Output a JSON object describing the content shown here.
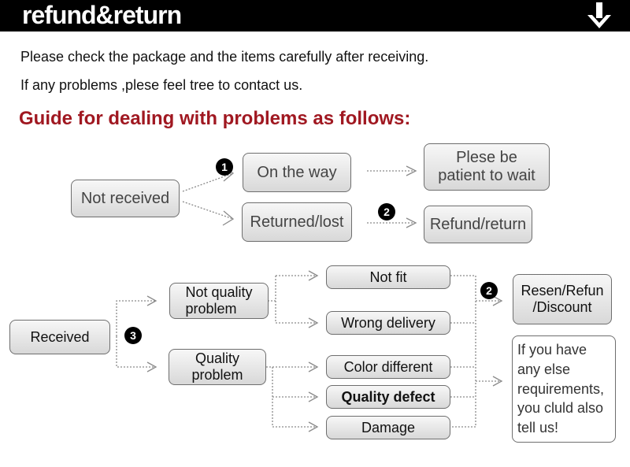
{
  "header": {
    "title": "refund&return",
    "arrow_icon": "down-arrow-icon"
  },
  "intro": {
    "line1": "Please check the package and the items carefully after receiving.",
    "line2": "If any problems ,plese feel tree to contact us."
  },
  "guide_title": "Guide for dealing with problems as follows:",
  "flow_top": {
    "not_received": "Not received",
    "on_the_way": "On the way",
    "returned_lost": "Returned/lost",
    "wait_line1": "Plese be",
    "wait_line2": "patient to wait",
    "refund_return": "Refund/return"
  },
  "flow_bottom": {
    "received": "Received",
    "not_quality_line1": "Not quality",
    "not_quality_line2": "problem",
    "quality_line1": "Quality",
    "quality_line2": "problem",
    "not_fit": "Not fit",
    "wrong_delivery": "Wrong delivery",
    "color_different": "Color different",
    "quality_defect": "Quality defect",
    "damage": "Damage",
    "resend_line1": "Resen/Refun",
    "resend_line2": "/Discount",
    "contact_lines": [
      "If you have",
      "any else",
      "requirements,",
      "you cluld also",
      "tell us!"
    ]
  },
  "badges": {
    "one": "1",
    "two_top": "2",
    "two_bottom": "2",
    "three": "3"
  },
  "colors": {
    "header_bg": "#000000",
    "guide_text": "#a01821",
    "box_border": "#6e6e6e"
  }
}
